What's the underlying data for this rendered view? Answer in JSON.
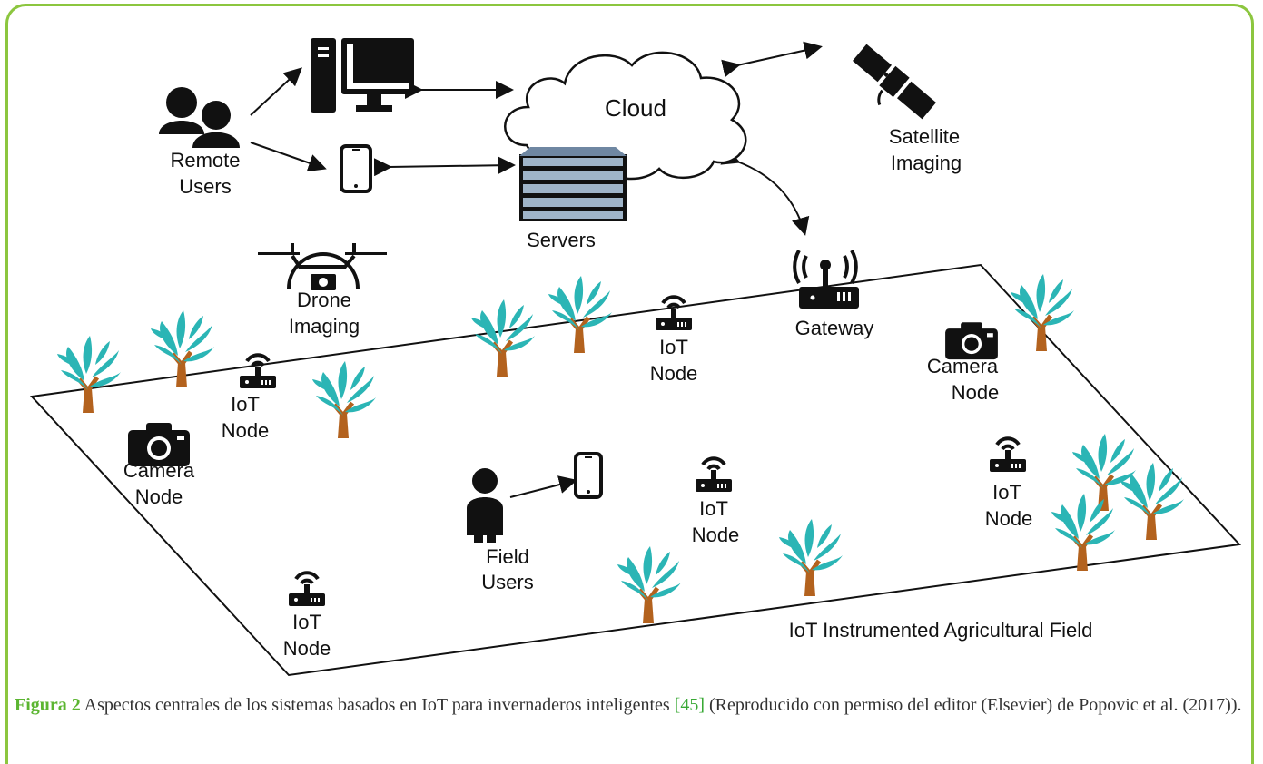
{
  "labels": {
    "remote_users_1": "Remote",
    "remote_users_2": "Users",
    "cloud": "Cloud",
    "satellite_1": "Satellite",
    "satellite_2": "Imaging",
    "servers": "Servers",
    "drone_1": "Drone",
    "drone_2": "Imaging",
    "gateway": "Gateway",
    "iot_1": "IoT",
    "node": "Node",
    "camera": "Camera",
    "field_users_1": "Field",
    "field_users_2": "Users",
    "field_title": "IoT Instrumented Agricultural Field"
  },
  "caption": {
    "figure": "Figura 2",
    "text1": " Aspectos centrales de los sistemas basados en IoT para invernaderos inteligentes ",
    "ref": "[45]",
    "text2": " (Reproducido con permiso del editor (Elsevier) de Popovic et al. (2017))."
  },
  "colors": {
    "frame": "#8cc63f",
    "tree_leaf": "#2bb5b5",
    "tree_trunk": "#b3621e",
    "figure_label": "#5bb531",
    "ref": "#39a935"
  }
}
